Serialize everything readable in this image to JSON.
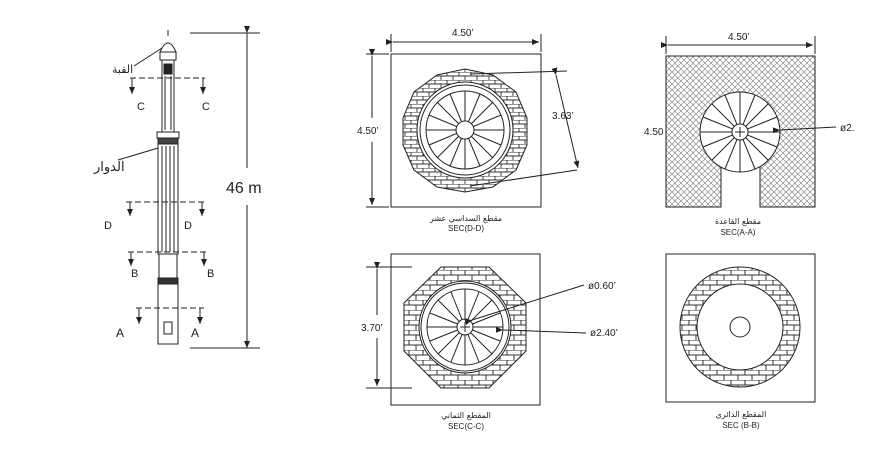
{
  "elevation": {
    "height_label": "46 m",
    "dome_label": "القبة",
    "balcony_label": "الدوار",
    "section_marks": {
      "c_left": "C",
      "c_right": "C",
      "d_left": "D",
      "d_right": "D",
      "b_left": "B",
      "b_right": "B",
      "a_left": "A",
      "a_right": "A"
    }
  },
  "section_dd": {
    "arabic_title": "مقطع السداسي عشر",
    "title": "SEC(D-D)",
    "width_dim": "4.50’",
    "height_dim": "4.50’",
    "diag_dim": "3.63’"
  },
  "section_aa": {
    "arabic_title": "مقطع القاعدة",
    "title": "SEC(A-A)",
    "width_dim": "4.50’",
    "height_dim": "4.50",
    "diameter_label": "ø2."
  },
  "section_cc": {
    "arabic_title": "المقطع الثماني",
    "title": "SEC(C-C)",
    "height_dim": "3.70’",
    "inner_dia": "ø0.60’",
    "outer_dia": "ø2.40’"
  },
  "section_bb": {
    "arabic_title": "المقطع الدائري",
    "title": "SEC (B-B)"
  },
  "colors": {
    "line": "#222222",
    "hatch": "#555555"
  }
}
